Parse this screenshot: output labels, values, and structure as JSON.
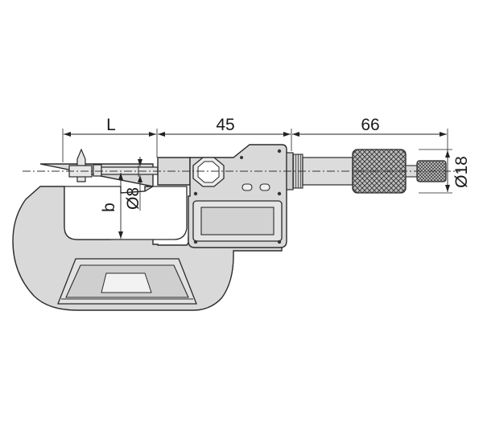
{
  "dimensions": {
    "L": "L",
    "d45": "45",
    "d66": "66",
    "dia18": "Ø18",
    "dia8": "Ø8",
    "b": "b"
  },
  "colors": {
    "body_fill": "#d9d9d9",
    "outline": "#2a2a2a",
    "background": "#ffffff"
  }
}
